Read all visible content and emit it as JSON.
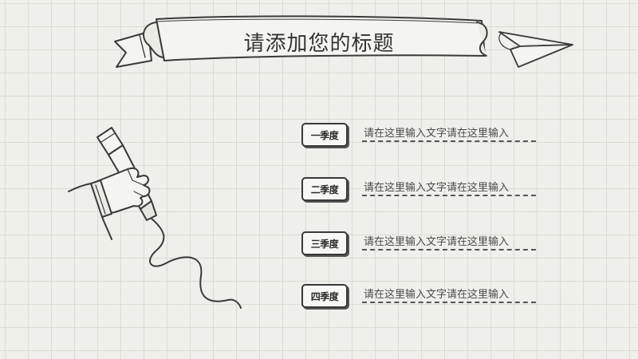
{
  "slide": {
    "title": "请添加您的标题",
    "items": [
      {
        "label": "一季度",
        "text": "请在这里输入文字请在这里输入"
      },
      {
        "label": "二季度",
        "text": "请在这里输入文字请在这里输入"
      },
      {
        "label": "三季度",
        "text": "请在这里输入文字请在这里输入"
      },
      {
        "label": "四季度",
        "text": "请在这里输入文字请在这里输入"
      }
    ]
  },
  "icons": [
    "ribbon-banner-icon",
    "paper-plane-icon",
    "hand-holding-microphone-icon"
  ],
  "colors": {
    "background": "#efefeb",
    "grid": "#dcdcd6",
    "ink": "#333333"
  }
}
